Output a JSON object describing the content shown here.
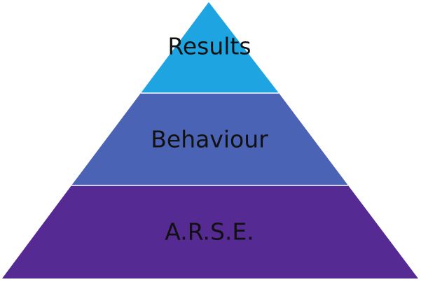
{
  "pyramid": {
    "tiers": [
      {
        "label": "Results",
        "color": "#1ea5e1"
      },
      {
        "label": "Behaviour",
        "color": "#4b63b5"
      },
      {
        "label": "A.R.S.E.",
        "color": "#552a93"
      }
    ]
  }
}
